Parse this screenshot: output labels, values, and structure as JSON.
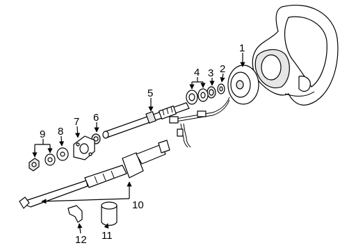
{
  "callouts": {
    "c1": "1",
    "c2": "2",
    "c3": "3",
    "c4": "4",
    "c5": "5",
    "c6": "6",
    "c7": "7",
    "c8": "8",
    "c9": "9",
    "c10": "10",
    "c11": "11",
    "c12": "12"
  },
  "colors": {
    "line": "#000000",
    "background": "#ffffff",
    "shade": "#e6e6e6"
  }
}
